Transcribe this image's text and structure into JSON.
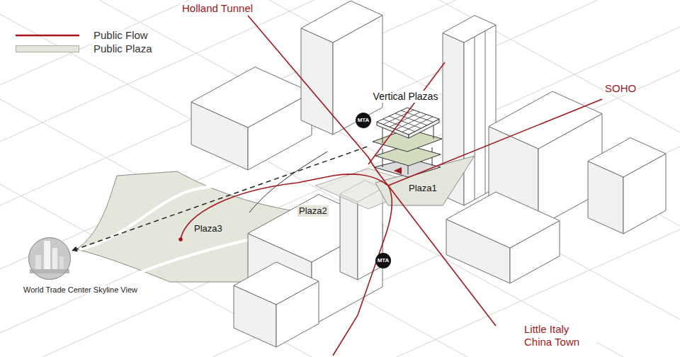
{
  "diagram": {
    "nodes": [
      {
        "text": [
          "Vertical Plazas"
        ]
      },
      {
        "text": [
          "MTA"
        ]
      },
      {
        "text": [
          "Plaza1"
        ]
      },
      {
        "text": [
          "Plaza2"
        ]
      },
      {
        "text": [
          "Plaza3"
        ]
      },
      {
        "text": [
          "MTA"
        ]
      },
      {
        "text": [
          "World Trade Center Skyline View"
        ]
      }
    ],
    "edges": [
      {
        "from": 0,
        "to": 6,
        "arrow": "to"
      }
    ],
    "labels": [
      "Holland Tunnel",
      "SOHO",
      "Little Italy China Town"
    ],
    "legend": [
      {
        "text": "Public Flow"
      },
      {
        "text": "Public Plaza",
        "color": "#e4e5db"
      }
    ]
  }
}
